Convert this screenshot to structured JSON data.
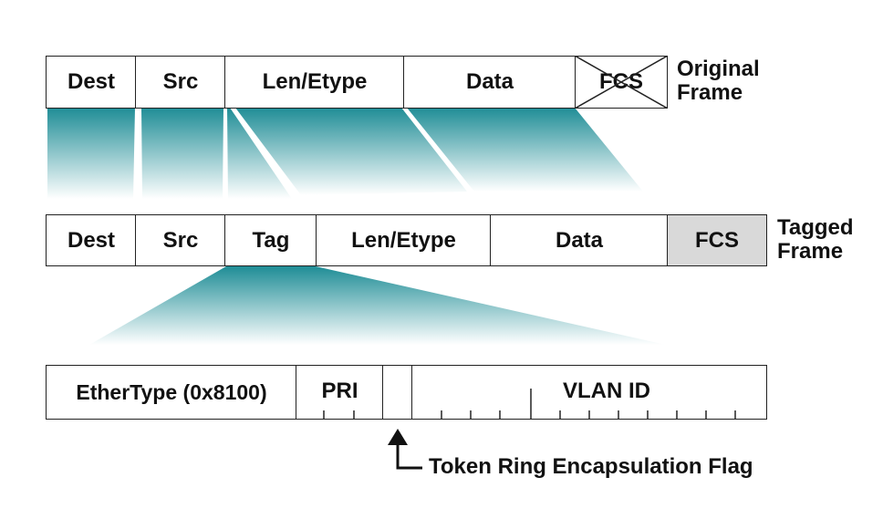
{
  "original_frame": {
    "fields": [
      "Dest",
      "Src",
      "Len/Etype",
      "Data",
      "FCS"
    ],
    "label_line1": "Original",
    "label_line2": "Frame"
  },
  "tagged_frame": {
    "fields": [
      "Dest",
      "Src",
      "Tag",
      "Len/Etype",
      "Data",
      "FCS"
    ],
    "label_line1": "Tagged",
    "label_line2": "Frame"
  },
  "tag_detail": {
    "ethertype": "EtherType (0x8100)",
    "pri": "PRI",
    "vlan_id": "VLAN ID"
  },
  "flag_annotation": "Token Ring Encapsulation Flag",
  "colors": {
    "teal": "#1f8d96",
    "fcs_fill": "#d9d9d9"
  }
}
